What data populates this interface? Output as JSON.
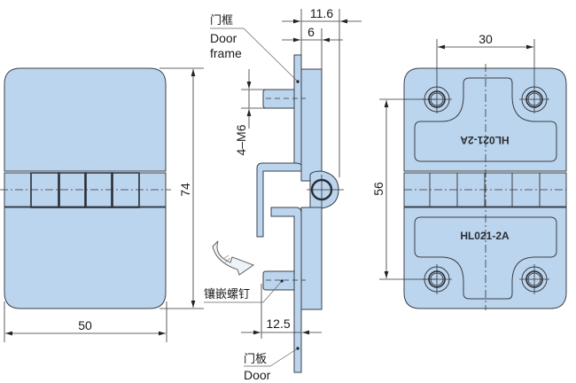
{
  "drawing": {
    "product_code": "HL021-2A",
    "front_view": {
      "dimensions": {
        "width": "50",
        "height": "74"
      }
    },
    "side_view": {
      "dimensions": {
        "overall_depth": "11.6",
        "leaf_depth": "6",
        "stud_offset": "12.5",
        "thread": "4–M6"
      },
      "labels": {
        "door_frame_cn": "门框",
        "door_frame_en_1": "Door",
        "door_frame_en_2": "frame",
        "insert_screw_cn": "镶嵌螺钉",
        "door_cn": "门板",
        "door_en": "Door"
      }
    },
    "back_view": {
      "dimensions": {
        "hole_spacing_horizontal": "30",
        "hole_spacing_vertical": "56"
      },
      "marking_top": "HL021-2A",
      "marking_bottom": "HL021-2A"
    },
    "colors": {
      "part_fill": "#bcd5ee",
      "outline": "#3a3f47"
    }
  }
}
